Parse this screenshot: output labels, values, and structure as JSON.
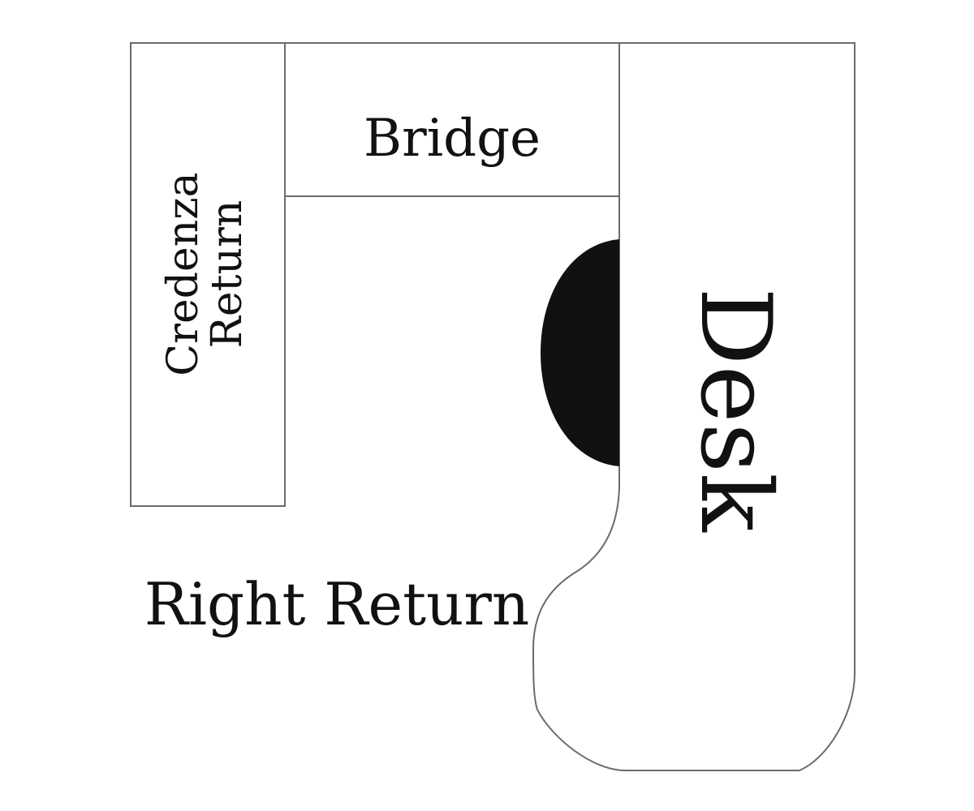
{
  "diagram": {
    "labels": {
      "bridge": "Bridge",
      "credenza_line1": "Credenza",
      "credenza_line2": "Return",
      "right_return": "Right Return",
      "desk": "Desk"
    },
    "colors": {
      "outline": "#6b6b6b",
      "chair": "#111111",
      "text": "#111111",
      "background": "#ffffff"
    }
  }
}
